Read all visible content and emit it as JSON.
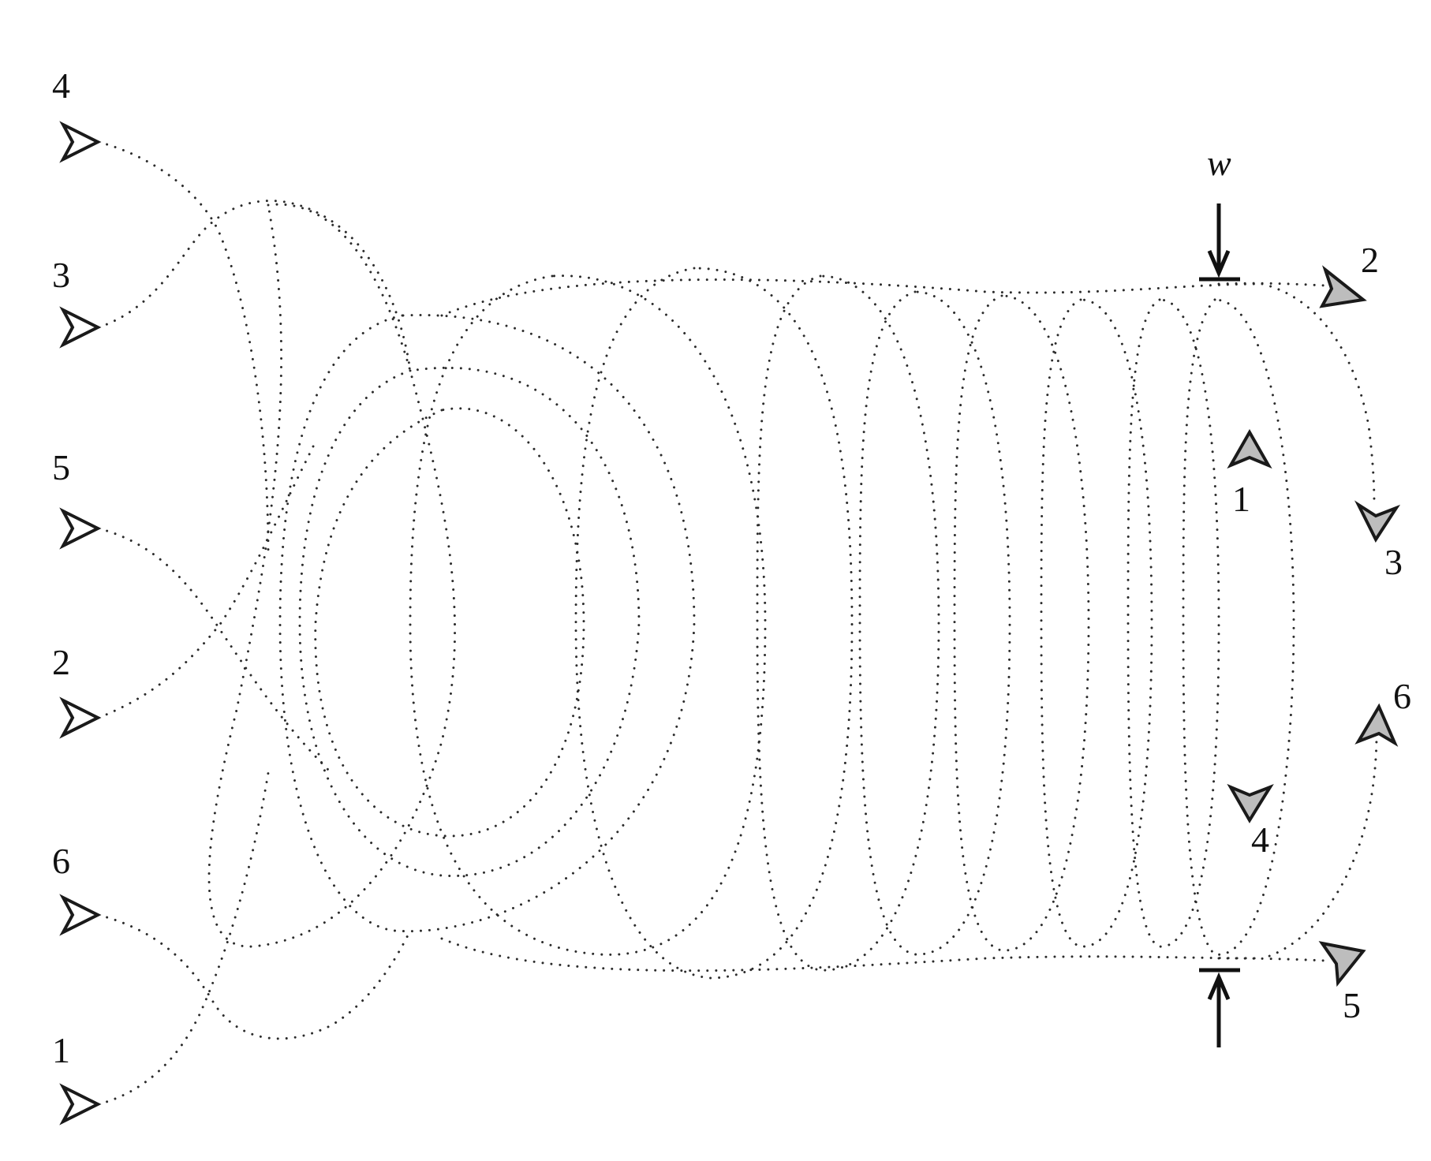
{
  "width_symbol": "w",
  "start_arrows": [
    {
      "id": "4",
      "label": "4"
    },
    {
      "id": "3",
      "label": "3"
    },
    {
      "id": "5",
      "label": "5"
    },
    {
      "id": "2",
      "label": "2"
    },
    {
      "id": "6",
      "label": "6"
    },
    {
      "id": "1",
      "label": "1"
    }
  ],
  "end_arrows": [
    {
      "id": "2",
      "label": "2"
    },
    {
      "id": "3",
      "label": "3"
    },
    {
      "id": "1",
      "label": "1"
    },
    {
      "id": "6",
      "label": "6"
    },
    {
      "id": "4",
      "label": "4"
    },
    {
      "id": "5",
      "label": "5"
    }
  ],
  "colors": {
    "start_arrow_fill": "#ffffff",
    "end_arrow_fill": "#bdbdbd",
    "trajectory": "#2b2b2b"
  }
}
